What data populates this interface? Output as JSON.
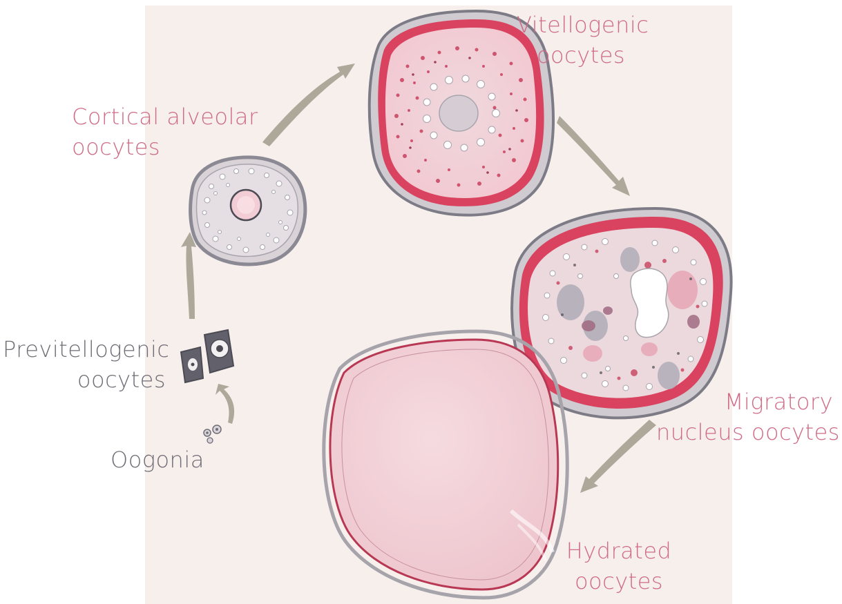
{
  "labels": {
    "cortical_alveolar": [
      "Cortical alveolar",
      "oocytes"
    ],
    "vitellogenic": [
      "Vitellogenic",
      "oocytes"
    ],
    "migratory_nucleus": [
      "Migratory",
      "nucleus oocytes"
    ],
    "hydrated": [
      "Hydrated",
      "oocytes"
    ],
    "previtellogenic": [
      "Previtellogenic",
      "oocytes"
    ],
    "oogonia": [
      "Oogonia"
    ]
  },
  "colors": {
    "label_pink": "#cf6b86",
    "label_gray": "#6e6c74",
    "membrane_gray": "#8b8993",
    "cell_red": "#c8405e",
    "arrow": "#aea89a"
  }
}
